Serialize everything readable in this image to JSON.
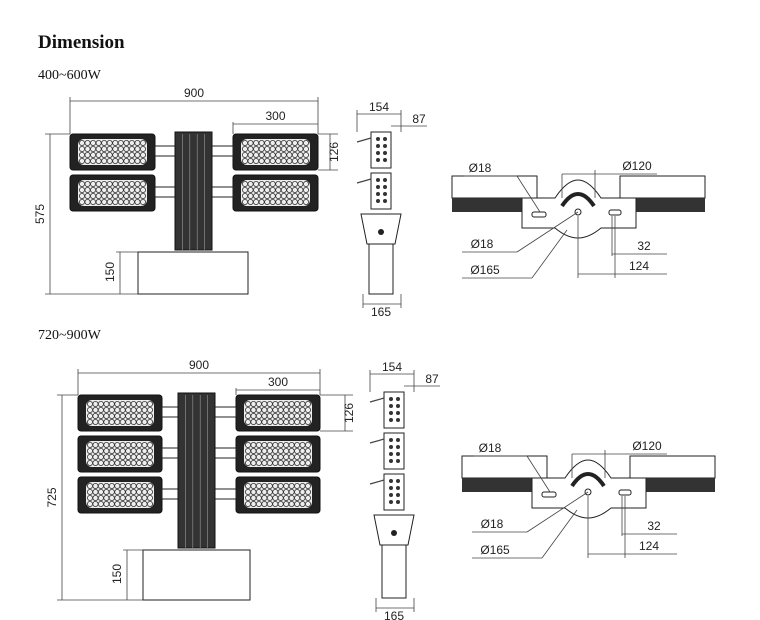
{
  "title": "Dimension",
  "variants": [
    {
      "label": "400~600W",
      "front": {
        "width": "900",
        "module_width": "300",
        "height": "575",
        "module_height": "126",
        "base_height": "150"
      },
      "side": {
        "depth": "154",
        "offset": "87",
        "base_width": "165"
      },
      "top": {
        "hole_left": "Ø18",
        "pole": "Ø120",
        "hole_center": "Ø18",
        "bracket": "Ø165",
        "slot": "32",
        "spacing": "124"
      }
    },
    {
      "label": "720~900W",
      "front": {
        "width": "900",
        "module_width": "300",
        "height": "725",
        "module_height": "126",
        "base_height": "150"
      },
      "side": {
        "depth": "154",
        "offset": "87",
        "base_width": "165"
      },
      "top": {
        "hole_left": "Ø18",
        "pole": "Ø120",
        "hole_center": "Ø18",
        "bracket": "Ø165",
        "slot": "32",
        "spacing": "124"
      }
    }
  ]
}
